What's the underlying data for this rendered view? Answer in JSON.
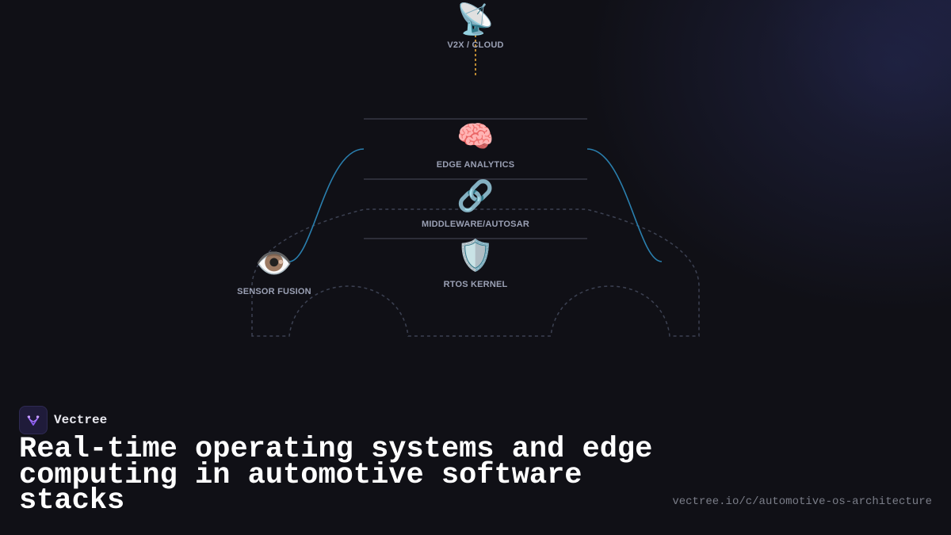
{
  "diagram": {
    "nodes": [
      {
        "id": "v2x",
        "icon": "satellite-antenna-icon",
        "glyph": "📡",
        "label": "V2X / CLOUD"
      },
      {
        "id": "edge",
        "icon": "brain-icon",
        "glyph": "🧠",
        "label": "EDGE ANALYTICS"
      },
      {
        "id": "middleware",
        "icon": "chain-link-icon",
        "glyph": "🔗",
        "label": "MIDDLEWARE/AUTOSAR"
      },
      {
        "id": "rtos",
        "icon": "shield-icon",
        "glyph": "🛡️",
        "label": "RTOS KERNEL"
      },
      {
        "id": "sensor",
        "icon": "eye-icon",
        "glyph": "👁️",
        "label": "SENSOR FUSION"
      }
    ],
    "colors": {
      "connector": "#2a7fae",
      "uplink": "#e8a83a",
      "divider": "#4a4d5c",
      "car_outline": "#3c4152"
    }
  },
  "brand": {
    "name": "Vectree",
    "logo_icon": "vectree-logo-icon",
    "accent": "#8a5cf0"
  },
  "title": "Real-time operating systems and edge computing in automotive software stacks",
  "source_url": "vectree.io/c/automotive-os-architecture"
}
